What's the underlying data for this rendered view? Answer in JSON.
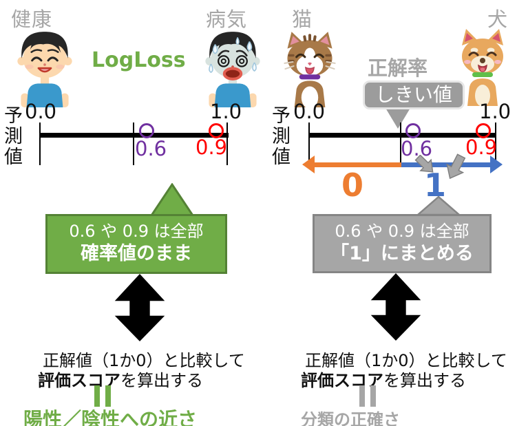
{
  "palette": {
    "gray_label": "#a6a6a6",
    "green": "#70ad47",
    "green_border": "#548235",
    "gray_box": "#a6a6a6",
    "gray_box_border": "#858585",
    "threshold_box": "#9c9c9c",
    "orange": "#ed7d31",
    "blue": "#4472c4",
    "purple": "#7030a0",
    "red": "#ff0000",
    "black": "#000000",
    "shirt_blue": "#3a99cc"
  },
  "icons": {
    "healthy_person": "smiling-boy-illustration",
    "sick_person": "dizzy-sick-boy-illustration",
    "cat": "smiling-cat-illustration",
    "dog": "smiling-dog-illustration",
    "double_arrow": "black-double-headed-vertical-arrow",
    "equals": "rotated-equals-double-bar",
    "threshold_pointer": "speech-bubble-pointer",
    "mapping_arrow": "gray-diagonal-arrow"
  },
  "left_panel": {
    "class_negative": "健康",
    "class_positive": "病気",
    "metric_name": "LogLoss",
    "axis_label": "予測値",
    "axis_min": "0.0",
    "axis_max": "1.0",
    "point_low": "0.6",
    "point_high": "0.9",
    "callout_line1": "0.6 や 0.9 は全部",
    "callout_line2": "確率値のまま",
    "compare_line1": "正解値（1か0）と比較して",
    "compare_bold": "評価スコア",
    "compare_rest": "を算出する",
    "summary": "陽性／陰性への近さ"
  },
  "right_panel": {
    "class_negative": "猫",
    "class_positive": "犬",
    "metric_name": "正解率",
    "threshold_label": "しきい値",
    "axis_label": "予測値",
    "axis_min": "0.0",
    "axis_max": "1.0",
    "point_low": "0.6",
    "point_high": "0.9",
    "bucket_zero": "0",
    "bucket_one": "1",
    "callout_line1": "0.6 や 0.9 は全部",
    "callout_line2": "「1」にまとめる",
    "compare_line1": "正解値（1か0）と比較して",
    "compare_bold": "評価スコア",
    "compare_rest": "を算出する",
    "summary": "分類の正確さ"
  }
}
